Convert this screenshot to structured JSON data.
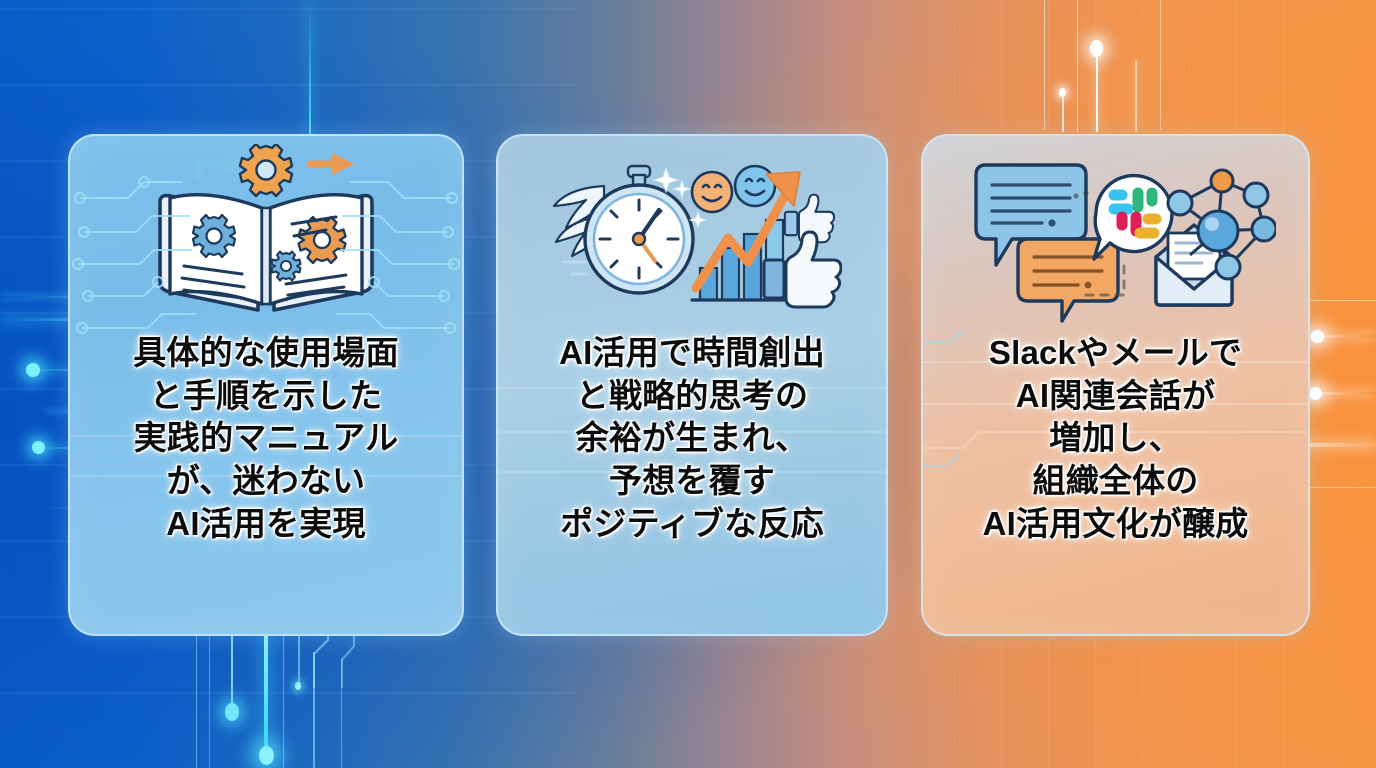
{
  "background": {
    "gradient_from": "#0b5cc6",
    "gradient_mid": "#9a8590",
    "gradient_to": "#f79545",
    "accent_glow": "#2fd8ff",
    "accent_glow_right": "#ffffff",
    "style": "blue-to-orange horizontal gradient with circuit glow lines"
  },
  "cards": [
    {
      "id": "card-1",
      "icon_name": "open-book-with-gears-icon",
      "icon_alt": "open book with gears and arrows on circuit background",
      "bg_from": "#7cc0ea",
      "bg_to": "#8dc8ec",
      "lines": [
        "具体的な使用場面",
        "と手順を示した",
        "実践的マニュアル",
        "が、迷わない",
        "AI活用を実現"
      ]
    },
    {
      "id": "card-2",
      "icon_name": "winged-stopwatch-growth-chart-thumbsup-icon",
      "icon_alt": "winged stopwatch, smiling faces, rising arrow chart and thumbs up",
      "bg_from": "#9fc4dd",
      "bg_to": "#8ec3e4",
      "lines": [
        "AI活用で時間創出",
        "と戦略的思考の",
        "余裕が生まれ、",
        "予想を覆す",
        "ポジティブな反応"
      ]
    },
    {
      "id": "card-3",
      "icon_name": "chat-bubbles-slack-email-network-icon",
      "icon_alt": "chat bubbles, Slack logo, envelope and network graph",
      "bg_from": "#cfd2d6",
      "bg_to": "#eeb489",
      "lines": [
        "Slackやメールで",
        "AI関連会話が",
        "増加し、",
        "組織全体の",
        "AI活用文化が醸成"
      ]
    }
  ],
  "palette": {
    "text_color": "#0c0c0c",
    "text_glow": "#ffffff",
    "card_border": "#d2eeff",
    "gear_orange": "#f0a34e",
    "gear_blue": "#5d9fd6",
    "ink_navy": "#1d3a5c",
    "slack_blue": "#36c5f0",
    "slack_green": "#2eb67d",
    "slack_red": "#e01e5a",
    "slack_yellow": "#ecb22e",
    "bubble_blue": "#8cc5e8",
    "bubble_orange": "#f2a765",
    "chart_orange": "#f0914b",
    "chart_blue": "#5aa7dd",
    "smile_orange": "#f3b177",
    "smile_blue": "#7fc4ea",
    "envelope_light": "#dce8f3",
    "node_blue": "#79b8e0",
    "node_orange": "#f09a45"
  }
}
